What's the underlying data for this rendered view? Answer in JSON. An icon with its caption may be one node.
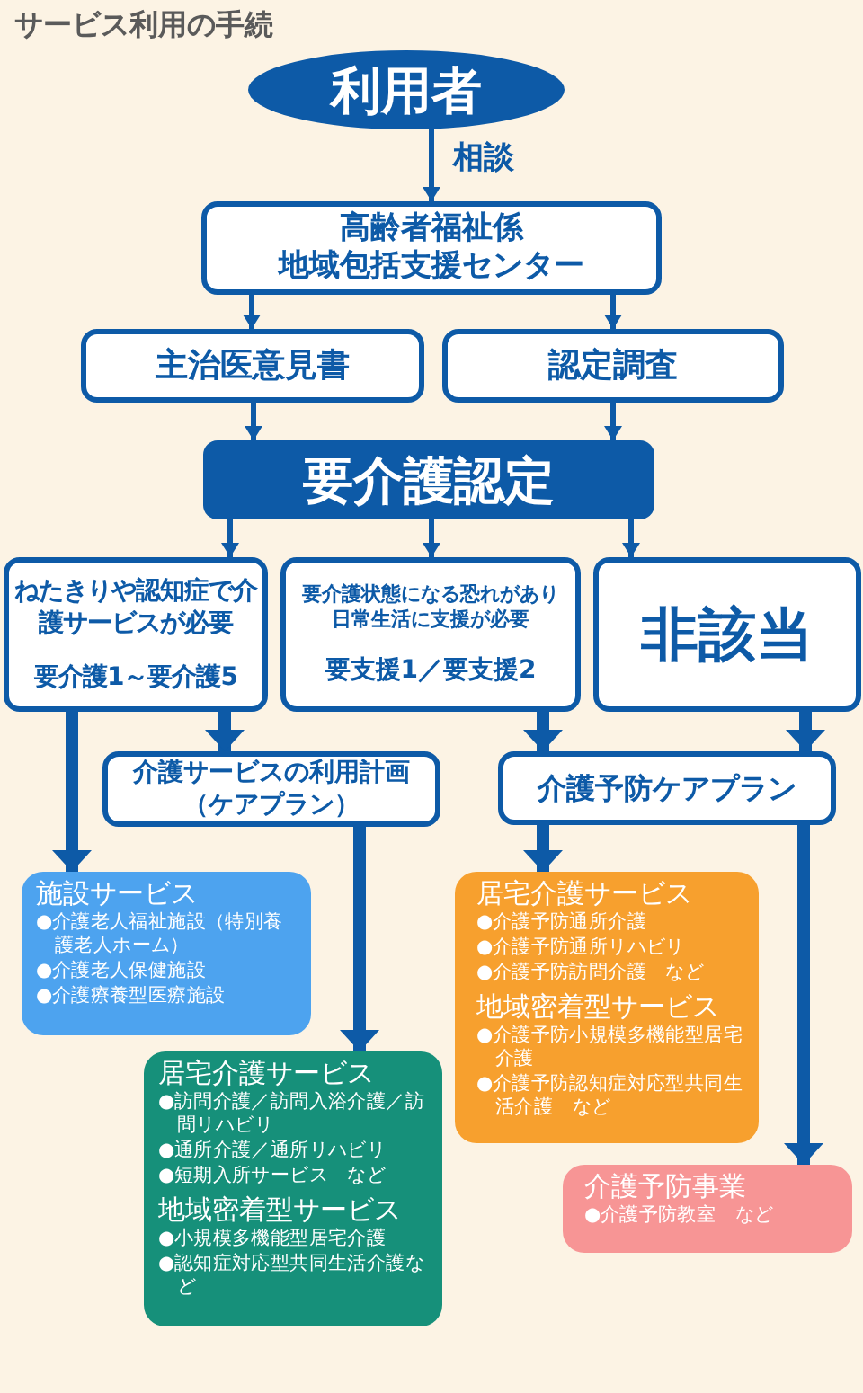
{
  "diagram": {
    "title": "サービス利用の手続",
    "nodes": [
      {
        "text": [
          "利用者"
        ]
      },
      {
        "text": [
          "高齢者福祉係",
          "地域包括支援センター"
        ]
      },
      {
        "text": [
          "主治医意見書"
        ]
      },
      {
        "text": [
          "認定調査"
        ]
      },
      {
        "text": [
          "要介護認定"
        ]
      },
      {
        "text": [
          "ねたきりや認知症で介護サービスが必要",
          "要介護1～要介護5"
        ]
      },
      {
        "text": [
          "要介護状態になる恐れがあり日常生活に支援が必要",
          "要支援1／要支援2"
        ]
      },
      {
        "text": [
          "非該当"
        ]
      },
      {
        "text": [
          "介護サービスの利用計画（ケアプラン）"
        ]
      },
      {
        "text": [
          "介護予防ケアプラン"
        ]
      },
      {
        "text": [
          "施設サービス",
          "●介護老人福祉施設（特別養護老人ホーム）",
          "●介護老人保健施設",
          "●介護療養型医療施設"
        ]
      },
      {
        "text": [
          "居宅介護サービス",
          "●訪問介護／訪問入浴介護／訪問リハビリ",
          "●通所介護／通所リハビリ",
          "●短期入所サービス　など",
          "地域密着型サービス",
          "●小規模多機能型居宅介護",
          "●認知症対応型共同生活介護など"
        ]
      },
      {
        "text": [
          "居宅介護サービス",
          "●介護予防通所介護",
          "●介護予防通所リハビリ",
          "●介護予防訪問介護　など",
          "地域密着型サービス",
          "●介護予防小規模多機能型居宅介護",
          "●介護予防認知症対応型共同生活介護　など"
        ]
      },
      {
        "text": [
          "介護予防事業",
          "●介護予防教室　など"
        ]
      }
    ],
    "edges": [
      {
        "from": 0,
        "to": 1,
        "arrow": "to",
        "label": "相談"
      },
      {
        "from": 1,
        "to": 2,
        "arrow": "to"
      },
      {
        "from": 1,
        "to": 3,
        "arrow": "to"
      },
      {
        "from": 2,
        "to": 4,
        "arrow": "to"
      },
      {
        "from": 3,
        "to": 4,
        "arrow": "to"
      },
      {
        "from": 4,
        "to": 5,
        "arrow": "to"
      },
      {
        "from": 4,
        "to": 6,
        "arrow": "to"
      },
      {
        "from": 4,
        "to": 7,
        "arrow": "to"
      },
      {
        "from": 5,
        "to": 8,
        "arrow": "to",
        "style": "thick"
      },
      {
        "from": 5,
        "to": 10,
        "arrow": "to",
        "style": "thick"
      },
      {
        "from": 6,
        "to": 9,
        "arrow": "to",
        "style": "thick"
      },
      {
        "from": 7,
        "to": 9,
        "arrow": "to",
        "style": "thick"
      },
      {
        "from": 8,
        "to": 11,
        "arrow": "to",
        "style": "thick"
      },
      {
        "from": 9,
        "to": 12,
        "arrow": "to",
        "style": "thick"
      },
      {
        "from": 9,
        "to": 13,
        "arrow": "to",
        "style": "thick"
      }
    ]
  }
}
